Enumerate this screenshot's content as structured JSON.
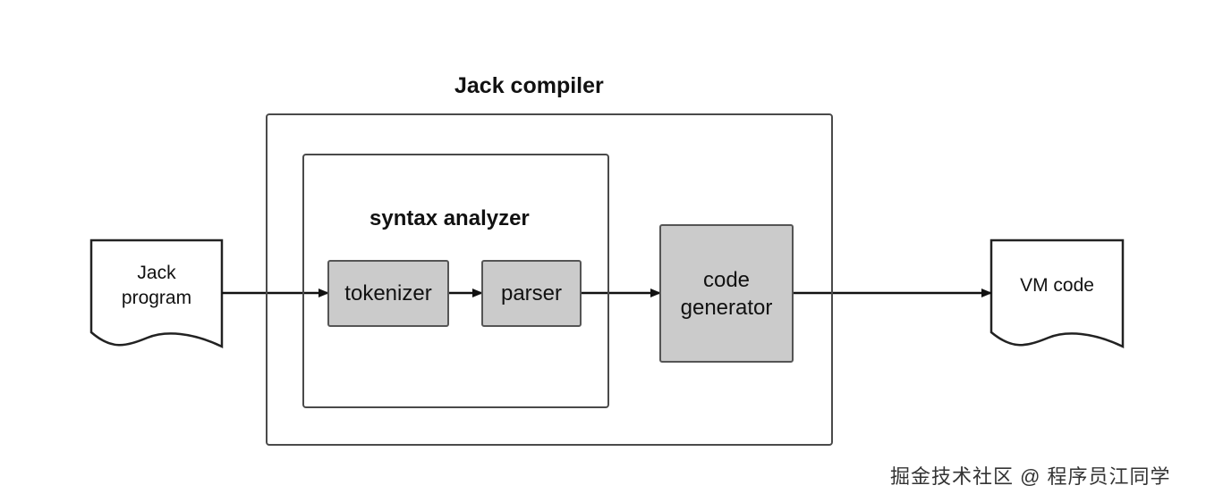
{
  "diagram": {
    "compiler_title": "Jack compiler",
    "analyzer_title": "syntax analyzer",
    "input_doc": {
      "lines": [
        "Jack",
        "program"
      ]
    },
    "tokenizer_label": "tokenizer",
    "parser_label": "parser",
    "generator": {
      "lines": [
        "code",
        "generator"
      ]
    },
    "output_doc": {
      "label": "VM code"
    }
  },
  "watermark": "掘金技术社区 @ 程序员江同学"
}
